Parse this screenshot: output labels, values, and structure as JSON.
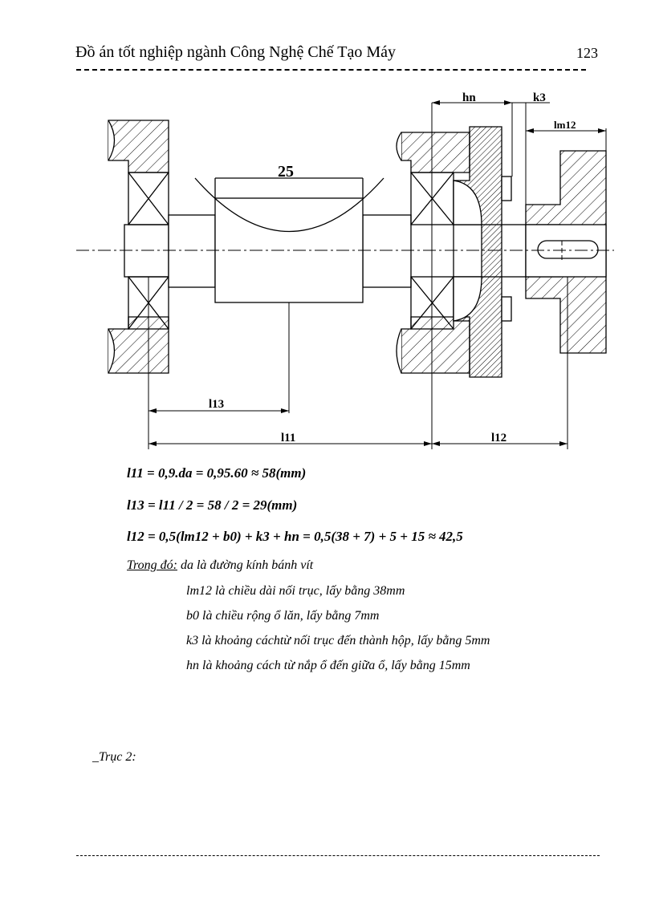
{
  "header": {
    "title": "Đồ án tốt nghiệp ngành Công Nghệ Chế Tạo Máy",
    "page_number": "123"
  },
  "drawing": {
    "dim_25": "25",
    "label_hn": "hn",
    "label_k3": "k3",
    "label_lm12": "lm12",
    "label_l13": "l13",
    "label_l11": "l11",
    "label_l12": "l12"
  },
  "formulas": {
    "f1": "l11 = 0,9.da = 0,95.60 ≈ 58(mm)",
    "f2": "l13 = l11 / 2 = 58 / 2 = 29(mm)",
    "f3": "l12 = 0,5(lm12 + b0) + k3 + hn = 0,5(38 + 7) + 5 + 15 ≈ 42,5"
  },
  "notes": {
    "intro": "Trong đó:",
    "da": "da là đường kính bánh vít",
    "lm12": "lm12 là chiều dài nối trục, lấy bằng 38mm",
    "b0": "b0 là chiều rộng ổ lăn, lấy bằng 7mm",
    "k3": "k3 là khoảng cáchtừ nối trục đến thành hộp, lấy bằng 5mm",
    "hn": "hn là khoảng cách từ nắp ổ đến giữa ổ, lấy bằng 15mm"
  },
  "section": "_Trục 2:"
}
